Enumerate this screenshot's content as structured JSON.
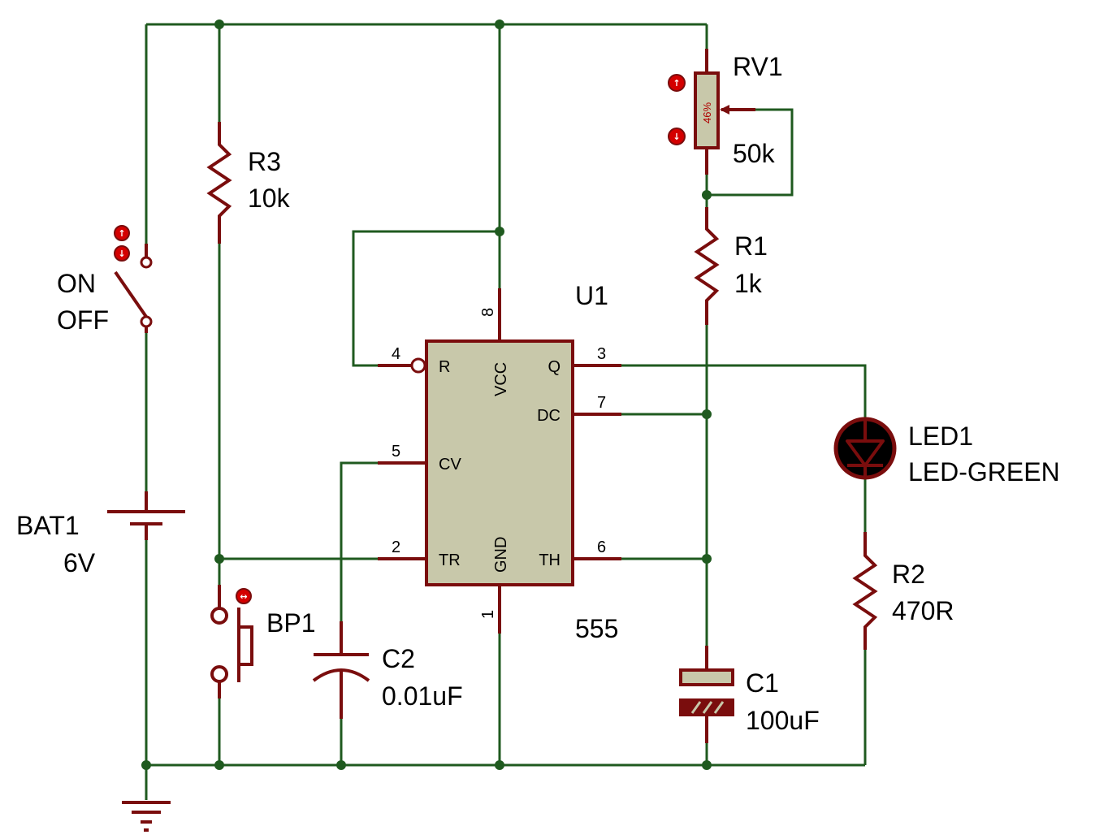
{
  "components": {
    "switch": {
      "label_on": "ON",
      "label_off": "OFF",
      "up_glyph": "↑",
      "down_glyph": "↓"
    },
    "battery": {
      "ref": "BAT1",
      "value": "6V"
    },
    "r3": {
      "ref": "R3",
      "value": "10k"
    },
    "button": {
      "ref": "BP1",
      "glyph": "↔"
    },
    "c2": {
      "ref": "C2",
      "value": "0.01uF"
    },
    "u1": {
      "ref": "U1",
      "value": "555",
      "pins": {
        "r": "R",
        "vcc": "VCC",
        "q": "Q",
        "dc": "DC",
        "cv": "CV",
        "tr": "TR",
        "gnd": "GND",
        "th": "TH"
      },
      "pin_numbers": {
        "p4": "4",
        "p8": "8",
        "p3": "3",
        "p7": "7",
        "p5": "5",
        "p2": "2",
        "p1": "1",
        "p6": "6"
      }
    },
    "rv1": {
      "ref": "RV1",
      "value": "50k",
      "setting": "46%",
      "up_glyph": "↑",
      "down_glyph": "↓"
    },
    "r1": {
      "ref": "R1",
      "value": "1k"
    },
    "c1": {
      "ref": "C1",
      "value": "100uF"
    },
    "led1": {
      "ref": "LED1",
      "value": "LED-GREEN"
    },
    "r2": {
      "ref": "R2",
      "value": "470R"
    }
  },
  "colors": {
    "wire": "#1f5a1f",
    "component": "#7a0d0d",
    "chip_body": "#c8c8aa",
    "control_button": "#d40000"
  }
}
